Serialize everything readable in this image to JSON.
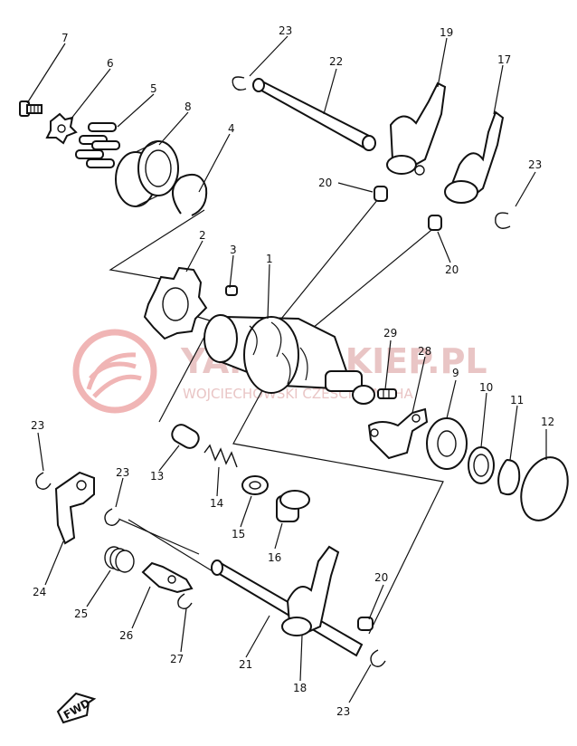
{
  "watermark": {
    "line1": "YAMAHAKIEP.PL",
    "line2": "WOJCIECHOWSKI CZESCI YAMAHA",
    "color": "#e9c5c5"
  },
  "fwd_mark": "FWD",
  "callouts": [
    {
      "id": "1",
      "text": "1"
    },
    {
      "id": "2",
      "text": "2"
    },
    {
      "id": "3",
      "text": "3"
    },
    {
      "id": "4",
      "text": "4"
    },
    {
      "id": "5",
      "text": "5"
    },
    {
      "id": "6",
      "text": "6"
    },
    {
      "id": "7",
      "text": "7"
    },
    {
      "id": "8",
      "text": "8"
    },
    {
      "id": "9",
      "text": "9"
    },
    {
      "id": "10",
      "text": "10"
    },
    {
      "id": "11",
      "text": "11"
    },
    {
      "id": "12",
      "text": "12"
    },
    {
      "id": "13",
      "text": "13"
    },
    {
      "id": "14",
      "text": "14"
    },
    {
      "id": "15",
      "text": "15"
    },
    {
      "id": "16",
      "text": "16"
    },
    {
      "id": "17",
      "text": "17"
    },
    {
      "id": "18",
      "text": "18"
    },
    {
      "id": "19",
      "text": "19"
    },
    {
      "id": "20a",
      "text": "20"
    },
    {
      "id": "20b",
      "text": "20"
    },
    {
      "id": "20c",
      "text": "20"
    },
    {
      "id": "21",
      "text": "21"
    },
    {
      "id": "22",
      "text": "22"
    },
    {
      "id": "23a",
      "text": "23"
    },
    {
      "id": "23b",
      "text": "23"
    },
    {
      "id": "23c",
      "text": "23"
    },
    {
      "id": "23d",
      "text": "23"
    },
    {
      "id": "23e",
      "text": "23"
    },
    {
      "id": "24",
      "text": "24"
    },
    {
      "id": "25",
      "text": "25"
    },
    {
      "id": "26",
      "text": "26"
    },
    {
      "id": "27",
      "text": "27"
    },
    {
      "id": "28",
      "text": "28"
    },
    {
      "id": "29",
      "text": "29"
    }
  ]
}
